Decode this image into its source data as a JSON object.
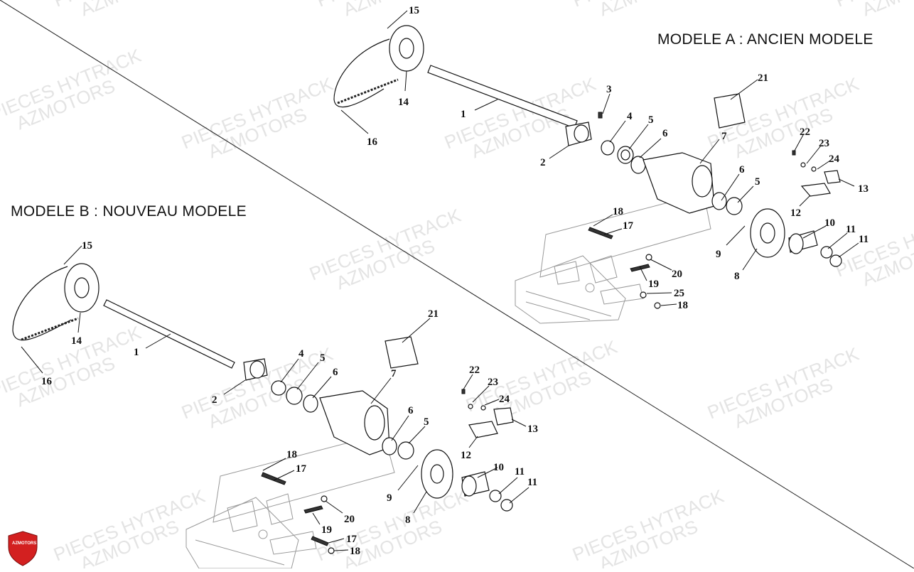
{
  "titles": {
    "model_a": "MODELE A : ANCIEN MODELE",
    "model_b": "MODELE B : NOUVEAU MODELE"
  },
  "watermark": {
    "line1": "PIECES HYTRACK",
    "line2": "AZMOTORS"
  },
  "logo": {
    "text": "AZMOTORS",
    "color": "#d32020"
  },
  "model_a_callouts": [
    "15",
    "14",
    "16",
    "1",
    "3",
    "2",
    "4",
    "5",
    "6",
    "21",
    "7",
    "22",
    "23",
    "24",
    "13",
    "6",
    "5",
    "12",
    "10",
    "11",
    "11",
    "18",
    "17",
    "9",
    "8",
    "20",
    "19",
    "25",
    "18"
  ],
  "model_b_callouts": [
    "15",
    "14",
    "16",
    "1",
    "2",
    "4",
    "5",
    "6",
    "21",
    "7",
    "22",
    "23",
    "24",
    "13",
    "6",
    "5",
    "12",
    "18",
    "17",
    "9",
    "10",
    "11",
    "11",
    "8",
    "20",
    "19",
    "17",
    "18"
  ]
}
